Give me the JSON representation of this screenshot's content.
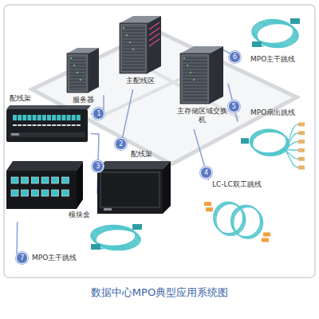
{
  "diagram": {
    "title": "数据中心MPO典型应用系统图",
    "nodes": [
      {
        "text": [
          "主配线区"
        ]
      },
      {
        "text": [
          "服务器"
        ]
      },
      {
        "text": [
          "主存储区域交换机"
        ]
      },
      {
        "text": [
          "MPO主干跳线"
        ]
      },
      {
        "text": [
          "配线架"
        ]
      },
      {
        "text": [
          "MPO扇出跳线"
        ]
      },
      {
        "text": [
          "配线架"
        ]
      },
      {
        "text": [
          "模块盒"
        ]
      },
      {
        "text": [
          "LC-LC双工跳线"
        ]
      },
      {
        "text": [
          "MPO主干跳线"
        ]
      }
    ],
    "edges": [
      {
        "from": 1,
        "to": 4,
        "label": "1",
        "arrow": "none"
      },
      {
        "from": 0,
        "to": 6,
        "label": "2",
        "arrow": "none"
      },
      {
        "from": 4,
        "to": 7,
        "label": "3",
        "arrow": "none"
      },
      {
        "from": 2,
        "to": 8,
        "label": "4",
        "arrow": "none"
      },
      {
        "from": 2,
        "to": 5,
        "label": "5",
        "arrow": "none"
      },
      {
        "from": 2,
        "to": 3,
        "label": "6",
        "arrow": "none"
      },
      {
        "from": 7,
        "to": 9,
        "label": "7",
        "arrow": "none"
      }
    ]
  }
}
